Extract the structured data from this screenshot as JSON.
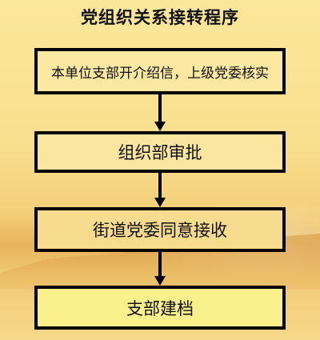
{
  "title": "党组织关系接转程序",
  "steps": [
    {
      "label": "本单位支部开介绍信，上级党委核实"
    },
    {
      "label": "组织部审批"
    },
    {
      "label": "街道党委同意接收"
    },
    {
      "label": "支部建档"
    }
  ],
  "colors": {
    "background_top": "#fbe79a",
    "background_bottom": "#f6d98a",
    "box_border": "#000000",
    "last_box_fill": "#fbf18c"
  }
}
